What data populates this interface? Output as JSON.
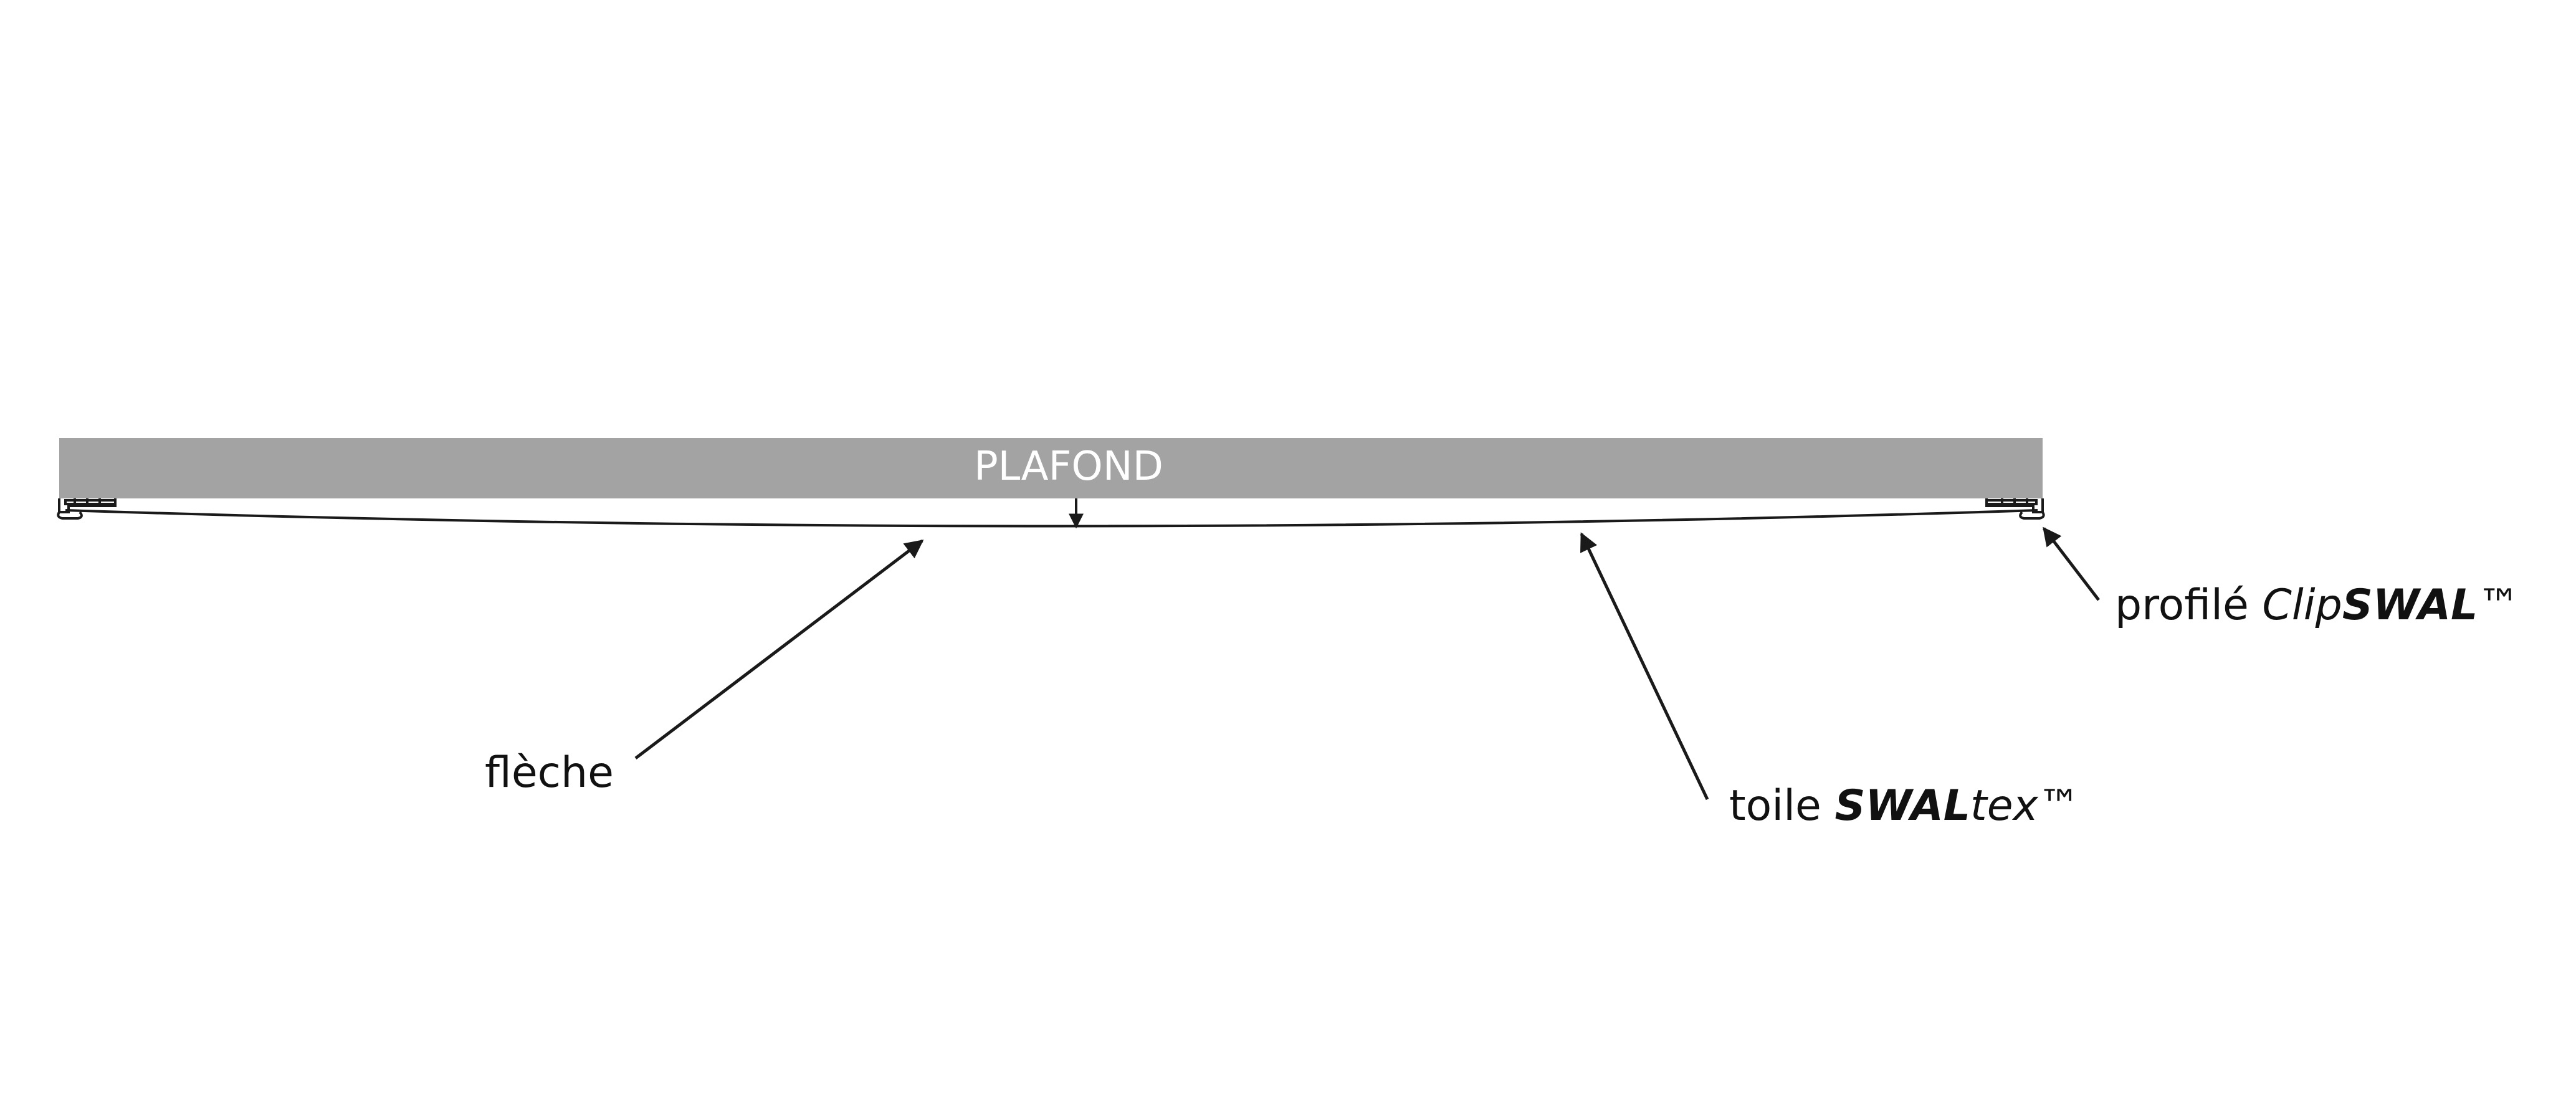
{
  "ceiling": {
    "label": "PLAFOND",
    "color": "#a3a3a3"
  },
  "callouts": {
    "fleche": {
      "text": "flèche"
    },
    "toile": {
      "prefix": "toile ",
      "brand_swal": "SWAL",
      "brand_suffix": "tex",
      "trademark": "™"
    },
    "profile": {
      "prefix": "profilé ",
      "brand_clip": "Clip",
      "brand_swal": "SWAL",
      "trademark": "™"
    }
  },
  "colors": {
    "line": "#1a1a1a",
    "text": "#111111",
    "background": "#ffffff"
  }
}
